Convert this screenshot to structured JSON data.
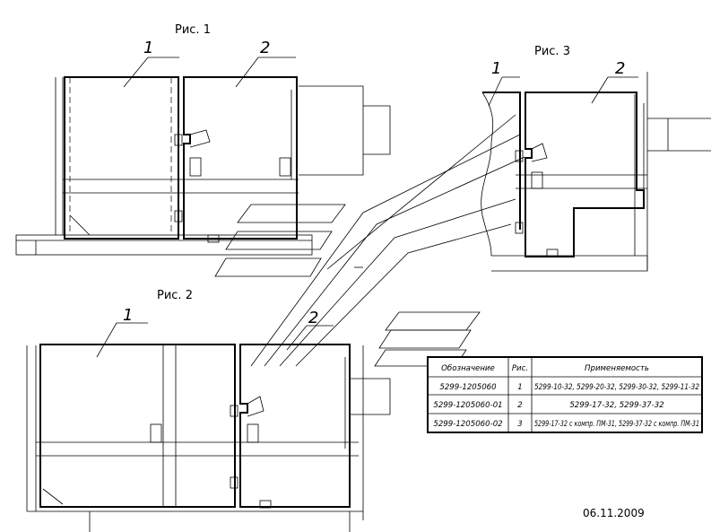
{
  "figures": {
    "fig1": {
      "caption": "Рис. 1",
      "part1": "1",
      "part2": "2"
    },
    "fig2": {
      "caption": "Рис. 2",
      "part1": "1",
      "part2": "2"
    },
    "fig3": {
      "caption": "Рис. 3",
      "part1": "1",
      "part2": "2"
    }
  },
  "table": {
    "headers": [
      "Обозначение",
      "Рис.",
      "Применяемость"
    ],
    "rows": [
      [
        "5299-1205060",
        "1",
        "5299-10-32, 5299-20-32, 5299-30-32, 5299-11-32"
      ],
      [
        "5299-1205060-01",
        "2",
        "5299-17-32, 5299-37-32"
      ],
      [
        "5299-1205060-02",
        "3",
        "5299-17-32 с компр. ПМ-31, 5299-37-32 с компр. ПМ-31"
      ]
    ]
  },
  "date": "06.11.2009"
}
